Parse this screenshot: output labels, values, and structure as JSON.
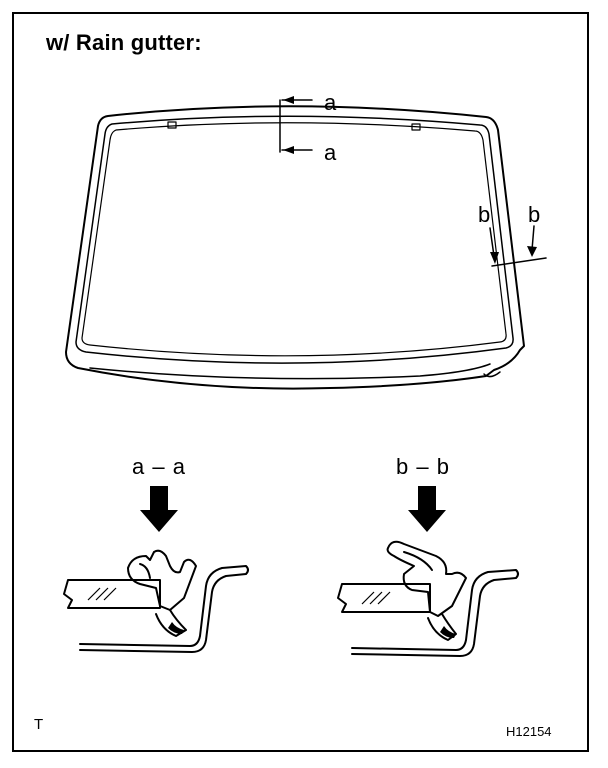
{
  "heading": "w/ Rain gutter:",
  "section_markers": {
    "a_top": "a",
    "a_bottom": "a",
    "b_left": "b",
    "b_right": "b"
  },
  "sections": [
    {
      "title": "a – a"
    },
    {
      "title": "b – b"
    }
  ],
  "corner_mark": "T",
  "figure_code": "H12154",
  "colors": {
    "line": "#000000",
    "background": "#ffffff"
  }
}
